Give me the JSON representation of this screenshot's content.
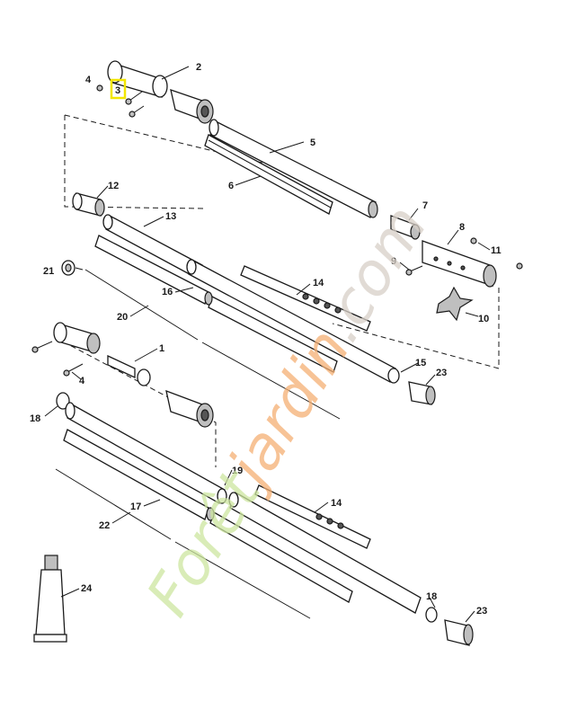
{
  "diagram": {
    "highlight_color": "#f2e600",
    "highlighted_label": "3",
    "labels": {
      "p1": "1",
      "p2": "2",
      "p3": "3",
      "p4a": "4",
      "p4b": "4",
      "p5": "5",
      "p6": "6",
      "p7": "7",
      "p8": "8",
      "p9": "9",
      "p10": "10",
      "p11": "11",
      "p12": "12",
      "p13": "13",
      "p14a": "14",
      "p14b": "14",
      "p15": "15",
      "p16": "16",
      "p17": "17",
      "p18a": "18",
      "p18b": "18",
      "p19": "19",
      "p20": "20",
      "p21": "21",
      "p22": "22",
      "p23a": "23",
      "p23b": "23",
      "p24": "24"
    }
  },
  "watermark": {
    "text_part1": "Forêt",
    "text_part2": "jardin",
    "text_part3": ".com",
    "color_green": "#cde6a0",
    "color_orange": "#f5b074",
    "color_grey": "#d8d0c8"
  }
}
